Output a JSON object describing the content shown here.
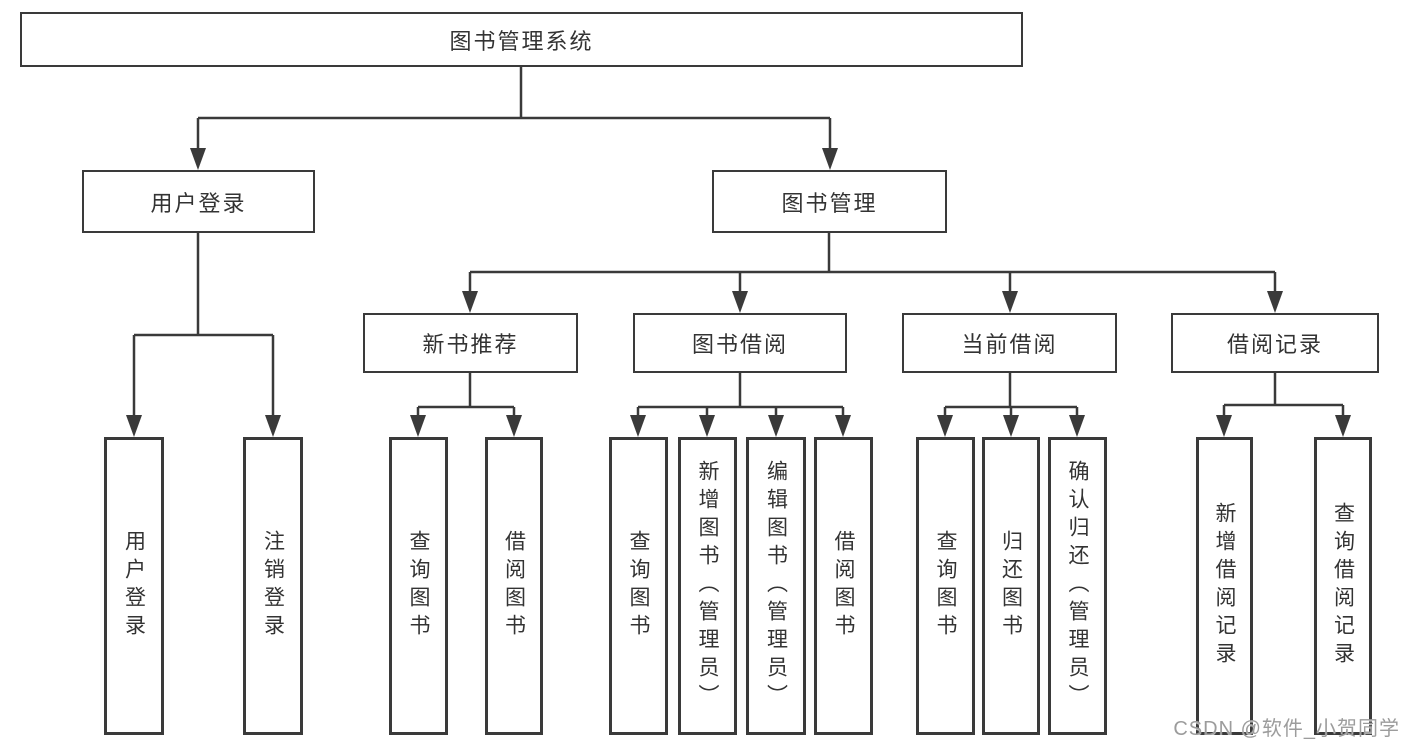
{
  "colors": {
    "line": "#3a3a3a",
    "text": "#333333",
    "watermark": "#9c9c9c",
    "background": "#ffffff"
  },
  "watermark": "CSDN @软件_小贺同学",
  "tree": {
    "label": "图书管理系统",
    "children": [
      {
        "label": "用户登录",
        "children": [
          {
            "label": "用户登录"
          },
          {
            "label": "注销登录"
          }
        ]
      },
      {
        "label": "图书管理",
        "children": [
          {
            "label": "新书推荐",
            "children": [
              {
                "label": "查询图书"
              },
              {
                "label": "借阅图书"
              }
            ]
          },
          {
            "label": "图书借阅",
            "children": [
              {
                "label": "查询图书"
              },
              {
                "label": "新增图书（管理员）"
              },
              {
                "label": "编辑图书（管理员）"
              },
              {
                "label": "借阅图书"
              }
            ]
          },
          {
            "label": "当前借阅",
            "children": [
              {
                "label": "查询图书"
              },
              {
                "label": "归还图书"
              },
              {
                "label": "确认归还（管理员）"
              }
            ]
          },
          {
            "label": "借阅记录",
            "children": [
              {
                "label": "新增借阅记录"
              },
              {
                "label": "查询借阅记录"
              }
            ]
          }
        ]
      }
    ]
  }
}
